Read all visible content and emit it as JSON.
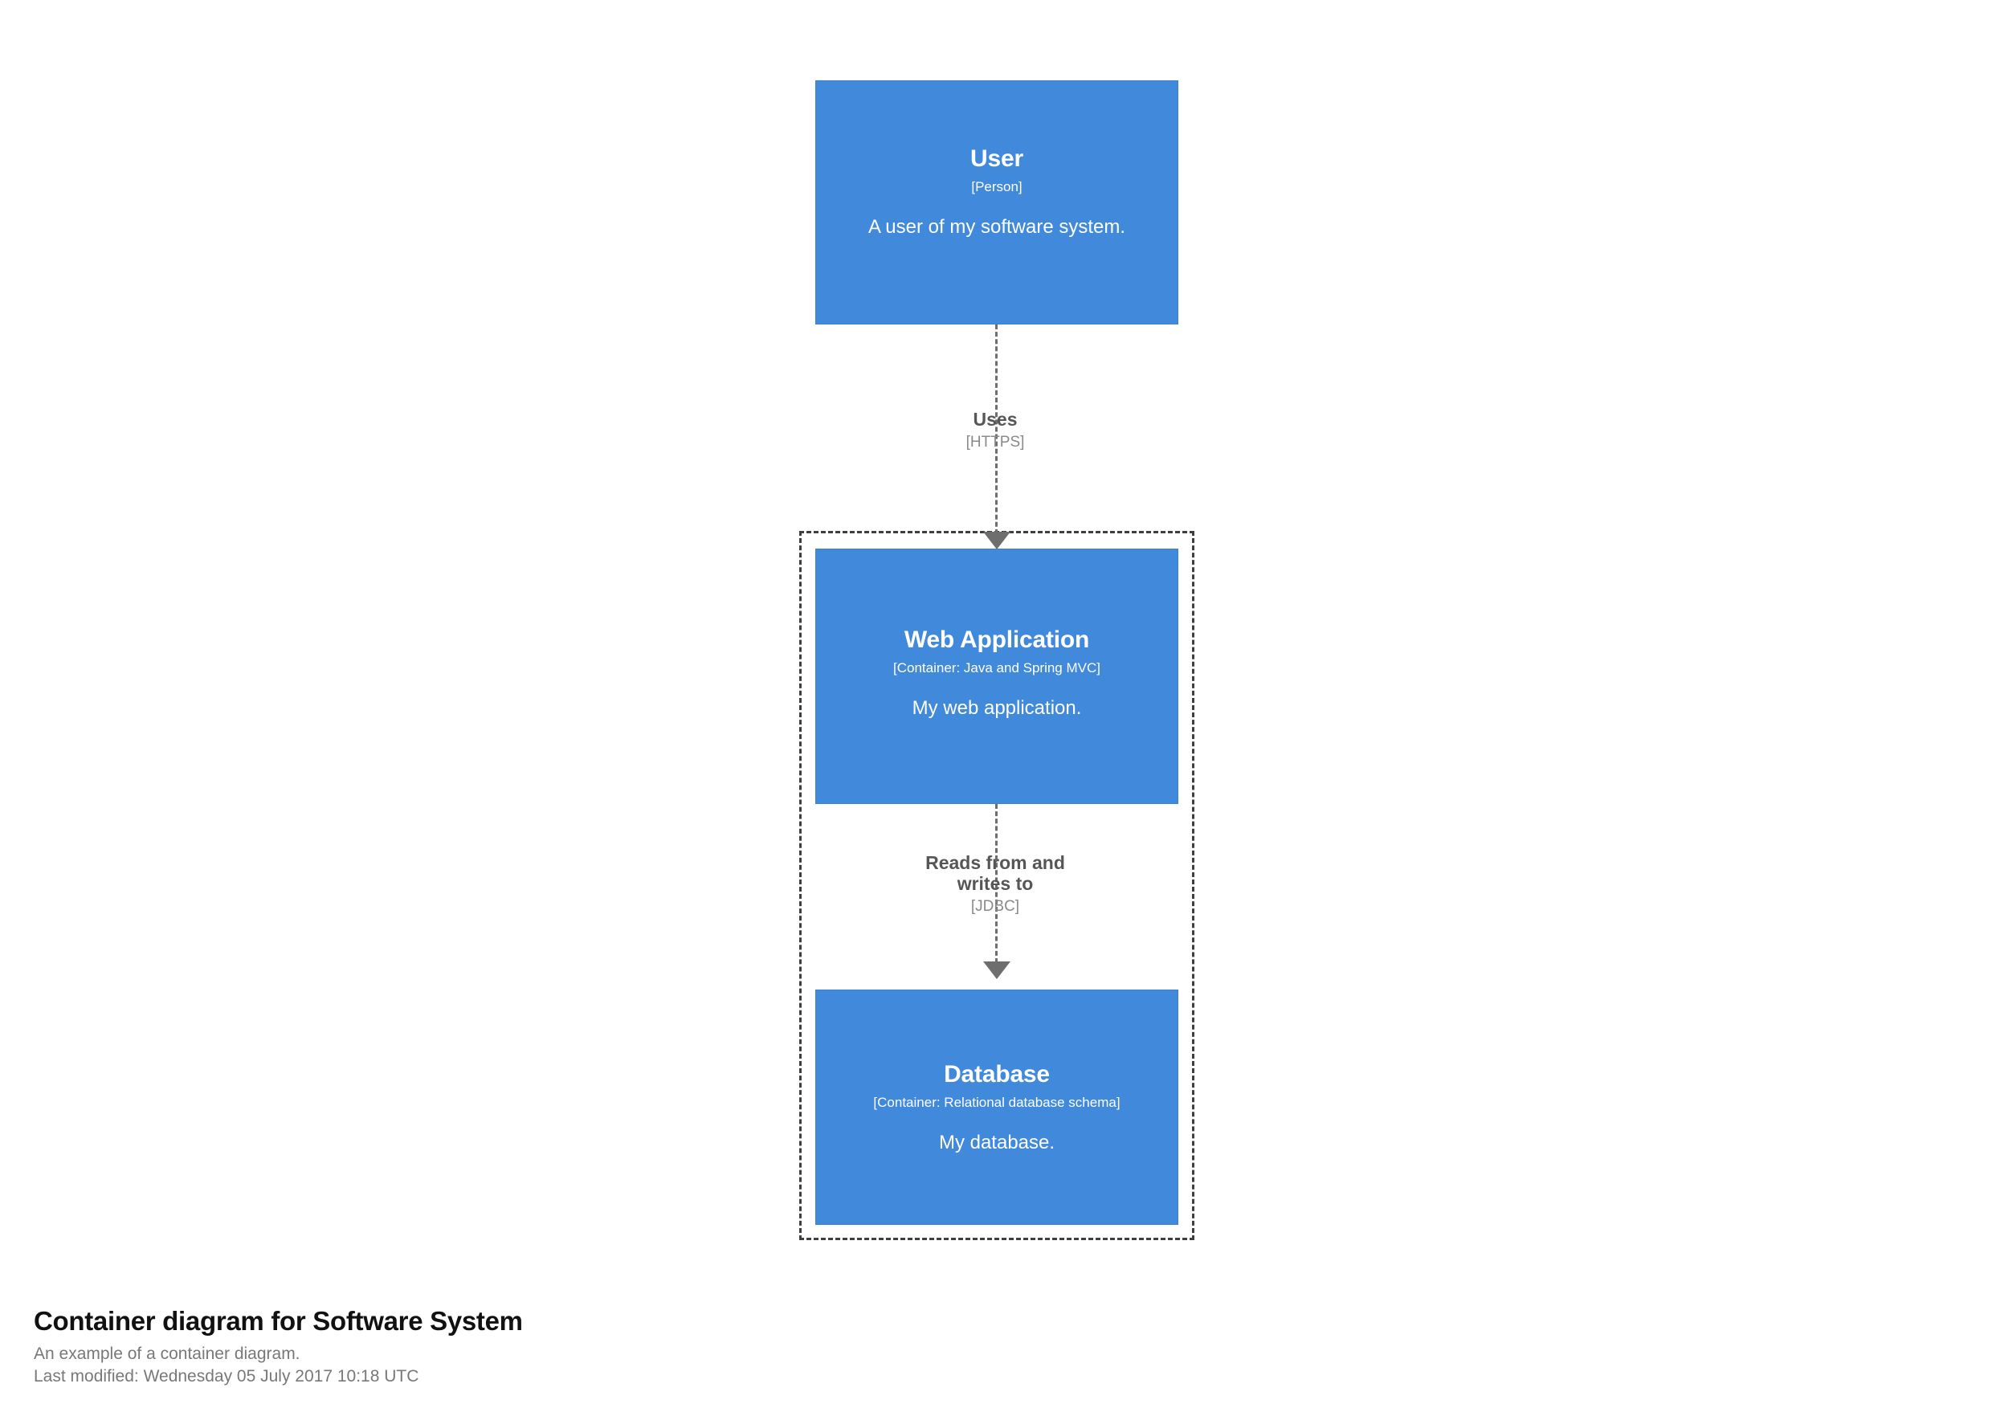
{
  "diagram": {
    "type": "c4-container-diagram",
    "colors": {
      "element_fill": "#4189db",
      "element_border": "#3d82cf",
      "element_text": "#ffffff",
      "boundary_border": "#3f3f3f",
      "relationship_line": "#6e6e6e",
      "relationship_label": "#565656",
      "relationship_tech": "#8a8a8a",
      "background": "#ffffff"
    },
    "nodes": [
      {
        "id": "user",
        "name": "User",
        "technology": "[Person]",
        "description": "A user of my software system."
      },
      {
        "id": "webapp",
        "name": "Web Application",
        "technology": "[Container: Java and Spring MVC]",
        "description": "My web application."
      },
      {
        "id": "database",
        "name": "Database",
        "technology": "[Container: Relational database schema]",
        "description": "My database."
      }
    ],
    "relationships": [
      {
        "id": "rel1",
        "source": "user",
        "destination": "webapp",
        "description": "Uses",
        "technology": "[HTTPS]"
      },
      {
        "id": "rel2",
        "source": "webapp",
        "destination": "database",
        "description": "Reads from and\nwrites to",
        "technology": "[JDBC]"
      }
    ],
    "boundary": {
      "style": "dashed",
      "contains": [
        "webapp",
        "database"
      ]
    }
  },
  "caption": {
    "title": "Container diagram for Software System",
    "subtitle": "An example of a container diagram.",
    "last_modified": "Last modified: Wednesday 05 July 2017 10:18 UTC"
  }
}
